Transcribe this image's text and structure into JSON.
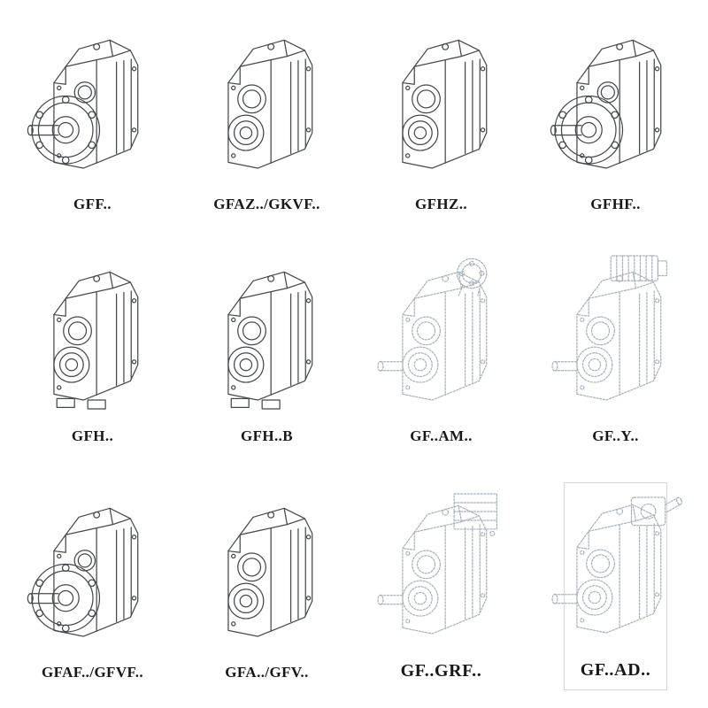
{
  "colors": {
    "background": "#ffffff",
    "line": "#45494d",
    "faint_line": "#a9b2ba"
  },
  "catalog": {
    "rows": 3,
    "columns": 4,
    "items": [
      {
        "label": "GFF..",
        "drawing": "flange-mounted-gearbox-drawing",
        "style": "solid"
      },
      {
        "label": "GFAZ../GKVF..",
        "drawing": "hollow-shaft-gearbox-drawing",
        "style": "solid"
      },
      {
        "label": "GFHZ..",
        "drawing": "hollow-shaft-gearbox-drawing",
        "style": "solid"
      },
      {
        "label": "GFHF..",
        "drawing": "flange-mounted-gearbox-drawing",
        "style": "solid"
      },
      {
        "label": "GFH..",
        "drawing": "foot-mounted-gearbox-drawing",
        "style": "solid"
      },
      {
        "label": "GFH..B",
        "drawing": "foot-mounted-gearbox-drawing",
        "style": "solid"
      },
      {
        "label": "GF..AM..",
        "drawing": "gearbox-with-input-flange-drawing",
        "style": "faint"
      },
      {
        "label": "GF..Y..",
        "drawing": "gearbox-with-motor-drawing",
        "style": "faint"
      },
      {
        "label": "GFAF../GFVF..",
        "drawing": "flange-mounted-gearbox-drawing",
        "style": "solid"
      },
      {
        "label": "GFA../GFV..",
        "drawing": "hollow-shaft-gearbox-drawing",
        "style": "solid"
      },
      {
        "label": "GF..GRF..",
        "drawing": "gearbox-with-cover-box-drawing",
        "style": "faint"
      },
      {
        "label": "GF..AD..",
        "drawing": "gearbox-with-adapter-drawing",
        "style": "faint"
      }
    ]
  }
}
